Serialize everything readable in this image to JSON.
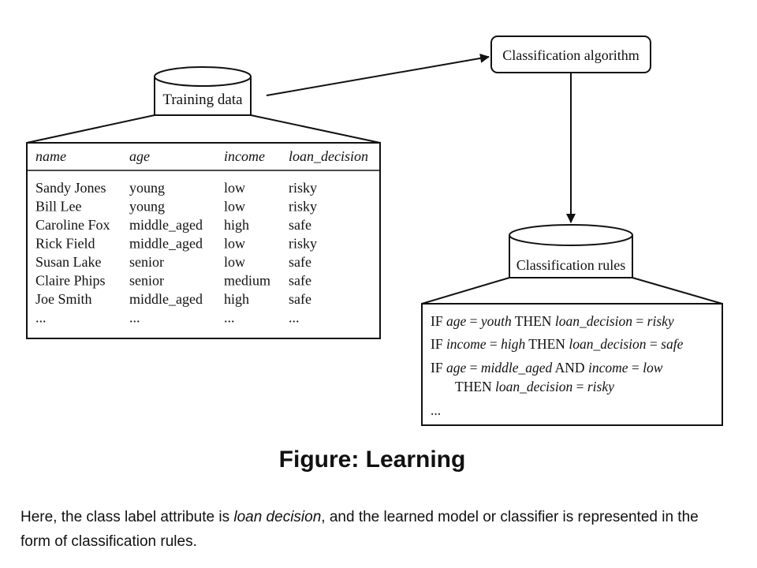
{
  "training": {
    "label": "Training data",
    "columns": [
      "name",
      "age",
      "income",
      "loan_decision"
    ],
    "rows": [
      [
        "Sandy Jones",
        "young",
        "low",
        "risky"
      ],
      [
        "Bill Lee",
        "young",
        "low",
        "risky"
      ],
      [
        "Caroline Fox",
        "middle_aged",
        "high",
        "safe"
      ],
      [
        "Rick Field",
        "middle_aged",
        "low",
        "risky"
      ],
      [
        "Susan Lake",
        "senior",
        "low",
        "safe"
      ],
      [
        "Claire Phips",
        "senior",
        "medium",
        "safe"
      ],
      [
        "Joe Smith",
        "middle_aged",
        "high",
        "safe"
      ],
      [
        "...",
        "...",
        "...",
        "..."
      ]
    ]
  },
  "algorithm": {
    "label": "Classification algorithm"
  },
  "rules": {
    "label": "Classification rules",
    "lines": [
      [
        {
          "t": "IF ",
          "i": false
        },
        {
          "t": "age",
          "i": true
        },
        {
          "t": " = ",
          "i": false
        },
        {
          "t": "youth",
          "i": true
        },
        {
          "t": " THEN ",
          "i": false
        },
        {
          "t": "loan_decision",
          "i": true
        },
        {
          "t": " = ",
          "i": false
        },
        {
          "t": "risky",
          "i": true
        }
      ],
      [
        {
          "t": "IF ",
          "i": false
        },
        {
          "t": "income",
          "i": true
        },
        {
          "t": " = ",
          "i": false
        },
        {
          "t": "high",
          "i": true
        },
        {
          "t": " THEN ",
          "i": false
        },
        {
          "t": "loan_decision",
          "i": true
        },
        {
          "t": " = ",
          "i": false
        },
        {
          "t": "safe",
          "i": true
        }
      ],
      [
        {
          "t": "IF ",
          "i": false
        },
        {
          "t": "age",
          "i": true
        },
        {
          "t": " = ",
          "i": false
        },
        {
          "t": "middle_aged",
          "i": true
        },
        {
          "t": " AND ",
          "i": false
        },
        {
          "t": "income",
          "i": true
        },
        {
          "t": " = ",
          "i": false
        },
        {
          "t": "low",
          "i": true
        }
      ],
      [
        {
          "t": "THEN ",
          "i": false
        },
        {
          "t": "loan_decision",
          "i": true
        },
        {
          "t": " = ",
          "i": false
        },
        {
          "t": "risky",
          "i": true
        }
      ],
      [
        {
          "t": "...",
          "i": false
        }
      ]
    ]
  },
  "caption": {
    "title": "Figure: Learning",
    "body_before": "Here, the class label attribute is ",
    "body_italic": "loan decision",
    "body_after": ", and the learned model or classifier is represented in the form of classification rules."
  }
}
